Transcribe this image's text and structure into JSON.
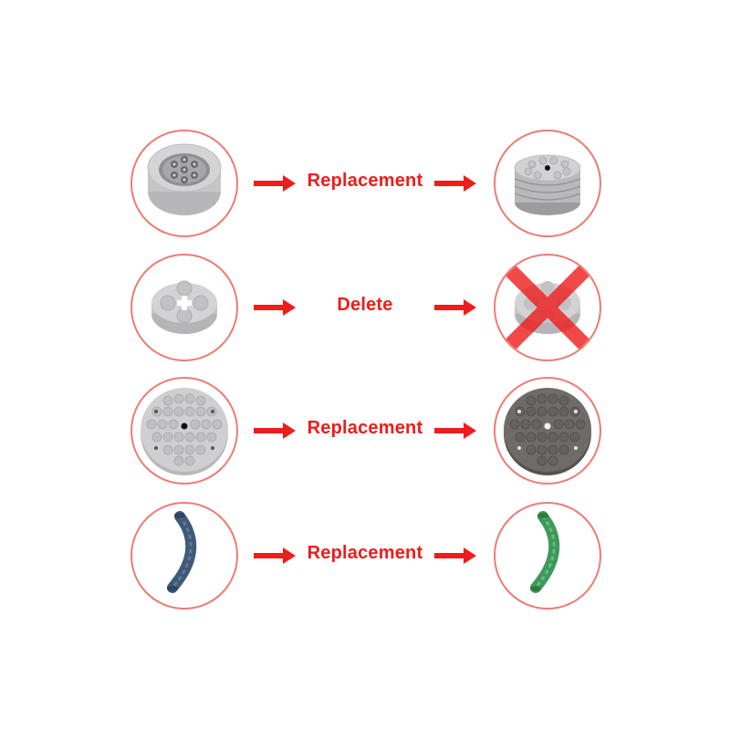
{
  "colors": {
    "accent": "#ee1c1c",
    "circle_border": "#ec7c74",
    "part_light_gray": "#c9c9cb",
    "part_dark_gray": "#6e6b68",
    "part_dark_blue": "#3f5a78",
    "part_green": "#3f9a5a"
  },
  "rows": [
    {
      "label": "Replacement",
      "from_part": "light-gray-wheel-with-axle-holes",
      "to_part": "light-gray-round-tile-stack"
    },
    {
      "label": "Delete",
      "from_part": "light-gray-round-plate-with-axle-hole",
      "to_part": "deleted-round-plate-x-mark"
    },
    {
      "label": "Replacement",
      "from_part": "light-gray-round-plate-6x6",
      "to_part": "dark-gray-round-plate-6x6"
    },
    {
      "label": "Replacement",
      "from_part": "dark-blue-curved-tube",
      "to_part": "green-curved-tube"
    }
  ]
}
